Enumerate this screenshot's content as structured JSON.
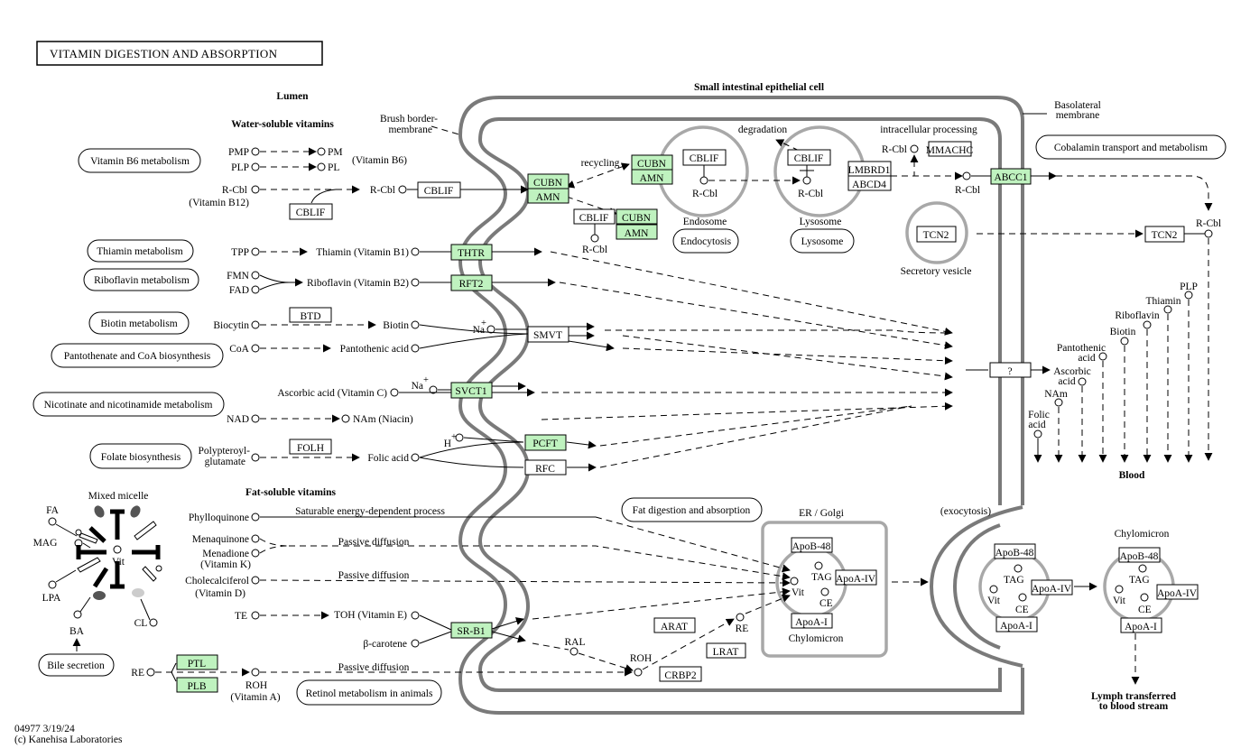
{
  "title": "VITAMIN DIGESTION AND ABSORPTION",
  "footer": {
    "id": "04977 3/19/24",
    "copyright": "(c) Kanehisa Laboratories"
  },
  "regions": {
    "lumen": "Lumen",
    "cell": "Small intestinal epithelial cell",
    "brush_border_1": "Brush border-",
    "brush_border_2": "membrane",
    "basolateral_1": "Basolateral",
    "basolateral_2": "membrane",
    "water_soluble": "Water-soluble vitamins",
    "fat_soluble": "Fat-soluble vitamins",
    "blood": "Blood",
    "lymph_1": "Lymph transferred",
    "lymph_2": "to blood stream",
    "mixed_micelle": "Mixed micelle",
    "er_golgi": "ER / Golgi",
    "exocytosis": "(exocytosis)",
    "endosome": "Endosome",
    "lysosome": "Lysosome",
    "secretory_vesicle": "Secretory vesicle",
    "chylomicron": "Chylomicron"
  },
  "maps": {
    "b6": "Vitamin B6 metabolism",
    "thiamin": "Thiamin metabolism",
    "riboflavin": "Riboflavin metabolism",
    "biotin": "Biotin metabolism",
    "pantothenate": "Pantothenate and CoA biosynthesis",
    "nicotinate": "Nicotinate and nicotinamide metabolism",
    "folate": "Folate biosynthesis",
    "bile": "Bile secretion",
    "retinol": "Retinol metabolism in animals",
    "fat_digestion": "Fat digestion and absorption",
    "endocytosis": "Endocytosis",
    "lysosome": "Lysosome",
    "cobalamin": "Cobalamin transport and metabolism"
  },
  "genes": {
    "cublif_1": "CBLIF",
    "cublif_2": "CBLIF",
    "cublif_3": "CBLIF",
    "cublif_4": "CBLIF",
    "cublif_5": "CBLIF",
    "cubn_1": "CUBN",
    "amn_1": "AMN",
    "cubn_2": "CUBN",
    "amn_2": "AMN",
    "cubn_3": "CUBN",
    "amn_3": "AMN",
    "thtr": "THTR",
    "rft2": "RFT2",
    "btd": "BTD",
    "smvt": "SMVT",
    "svct1": "SVCT1",
    "folh": "FOLH",
    "pcft": "PCFT",
    "rfc": "RFC",
    "srb1": "SR-B1",
    "ptl": "PTL",
    "plb": "PLB",
    "arat": "ARAT",
    "lrat": "LRAT",
    "crbp2": "CRBP2",
    "lmbrd1": "LMBRD1",
    "abcd4": "ABCD4",
    "mmachc": "MMACHC",
    "abcc1": "ABCC1",
    "tcn2_1": "TCN2",
    "tcn2_2": "TCN2",
    "unknown": "?",
    "apob48_1": "ApoB-48",
    "apoa4_1": "ApoA-IV",
    "apoa1_1": "ApoA-I",
    "apob48_2": "ApoB-48",
    "apoa4_2": "ApoA-IV",
    "apoa1_2": "ApoA-I",
    "apob48_3": "ApoB-48",
    "apoa4_3": "ApoA-IV",
    "apoa1_3": "ApoA-I"
  },
  "compounds": {
    "pmp": "PMP",
    "plp": "PLP",
    "pm": "PM",
    "pl": "PL",
    "vit_b6": "(Vitamin B6)",
    "rcbl": "R-Cbl",
    "vit_b12": "(Vitamin B12)",
    "tpp": "TPP",
    "thiamin_b1": "Thiamin (Vitamin B1)",
    "fmn": "FMN",
    "fad": "FAD",
    "riboflavin_b2": "Riboflavin (Vitamin B2)",
    "biocytin": "Biocytin",
    "biotin": "Biotin",
    "coa": "CoA",
    "pantothenic": "Pantothenic acid",
    "na": "Na",
    "plus": "+",
    "ascorbic_c": "Ascorbic acid (Vitamin C)",
    "nad": "NAD",
    "nam_niacin": "NAm (Niacin)",
    "polypteroyl_1": "Polypteroyl-",
    "polypteroyl_2": "glutamate",
    "folic_acid": "Folic acid",
    "h": "H",
    "phylloquinone": "Phylloquinone",
    "menaquinone": "Menaquinone",
    "menadione": "Menadione",
    "vit_k": "(Vitamin K)",
    "cholecalciferol": "Cholecalciferol",
    "vit_d": "(Vitamin D)",
    "te": "TE",
    "toh_e": "TOH (Vitamin E)",
    "beta_carotene": "β-carotene",
    "re": "RE",
    "roh": "ROH",
    "vit_a": "(Vitamin A)",
    "ral": "RAL",
    "tag": "TAG",
    "ce": "CE",
    "vit": "Vit",
    "fa": "FA",
    "mag": "MAG",
    "lpa": "LPA",
    "cl": "CL",
    "ba": "BA",
    "pantothenic_1": "Pantothenic",
    "acid": "acid",
    "ascorbic": "Ascorbic",
    "nam": "NAm",
    "folic": "Folic",
    "thiamin": "Thiamin",
    "riboflavin": "Riboflavin",
    "plp_b": "PLP"
  },
  "labels": {
    "recycling": "recycling",
    "degradation": "degradation",
    "intracellular": "intracellular processing",
    "saturable": "Saturable energy-dependent process",
    "passive": "Passive diffusion"
  },
  "colors": {
    "gene_green": "#bff2bf",
    "membrane": "#7a7a7a",
    "organelle": "#a8a8a8"
  }
}
